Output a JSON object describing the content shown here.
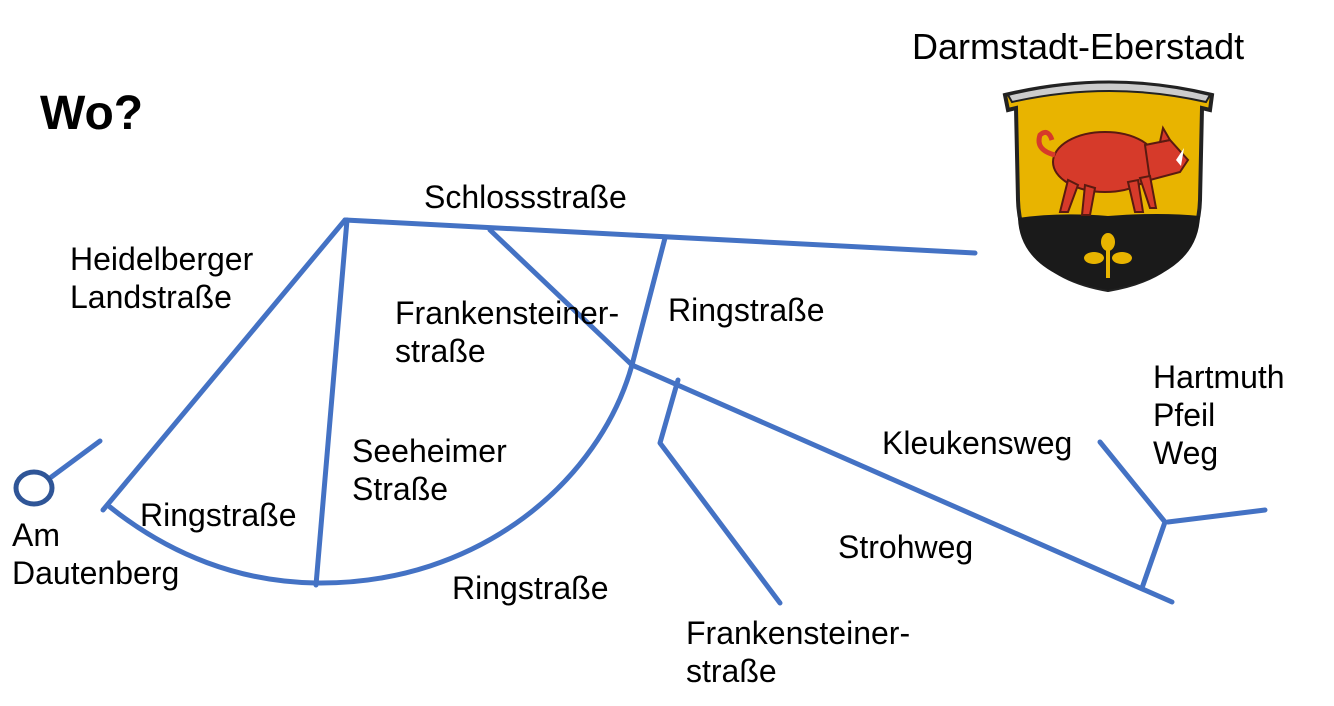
{
  "title": "Wo?",
  "place": "Darmstadt-Eberstadt",
  "road_color": "#4472C4",
  "coat_of_arms": {
    "icon": "boar-coat-of-arms-icon",
    "colors": [
      "#E8B400",
      "#D63A2A",
      "#1A1A1A"
    ]
  },
  "labels": {
    "schlossstrasse": "Schlossstraße",
    "heidelberger": [
      "Heidelberger",
      "Landstraße"
    ],
    "frankensteiner1": [
      "Frankensteiner-",
      "straße"
    ],
    "ringstrasse_top": "Ringstraße",
    "seeheimer": [
      "Seeheimer",
      "Straße"
    ],
    "ringstrasse_left": "Ringstraße",
    "ringstrasse_bottom": "Ringstraße",
    "am_dautenberg": [
      "Am",
      "Dautenberg"
    ],
    "kleukensweg": "Kleukensweg",
    "hartmuth": [
      "Hartmuth",
      "Pfeil",
      "Weg"
    ],
    "strohweg": "Strohweg",
    "frankensteiner2": [
      "Frankensteiner-",
      "straße"
    ]
  }
}
